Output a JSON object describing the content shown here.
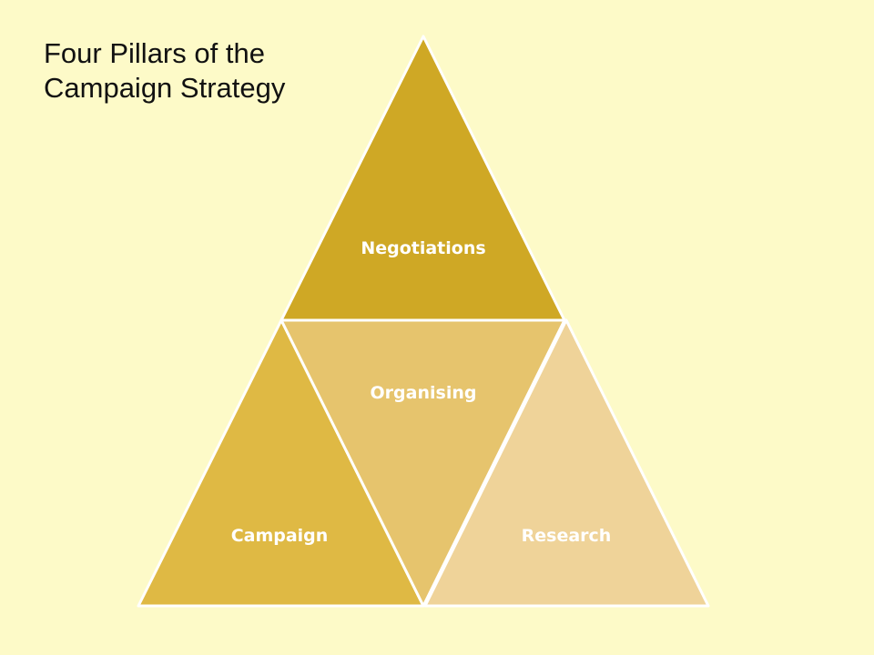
{
  "title": {
    "line1": "Four Pillars of the",
    "line2": "Campaign Strategy"
  },
  "pillars": [
    {
      "id": "negotiations",
      "label": "Negotiations",
      "color": "#cfa825"
    },
    {
      "id": "organising",
      "label": "Organising",
      "color": "#e6c46d"
    },
    {
      "id": "campaign",
      "label": "Campaign",
      "color": "#dfb944"
    },
    {
      "id": "research",
      "label": "Research",
      "color": "#efd399"
    }
  ],
  "colors": {
    "background": "#fdfac8",
    "outline": "#ffffff",
    "label_text": "#ffffff"
  }
}
